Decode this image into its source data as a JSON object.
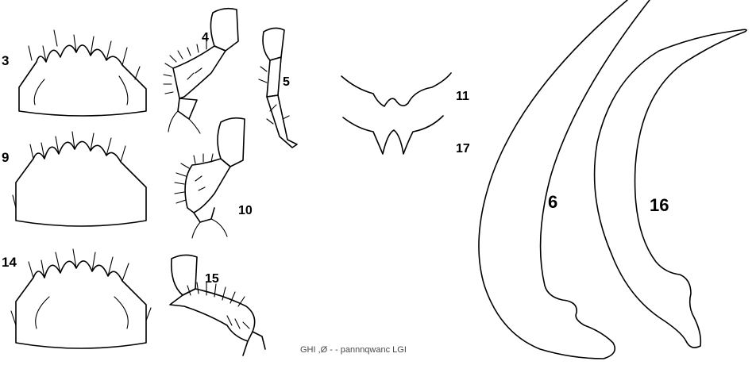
{
  "plate": {
    "description_colors": {
      "ink": "#000000",
      "paper": "#ffffff",
      "showthrough": "#4a4a4a"
    }
  },
  "figures": [
    {
      "id": "3",
      "label": "3",
      "subject": "mentum"
    },
    {
      "id": "4",
      "label": "4",
      "subject": "appendage"
    },
    {
      "id": "5",
      "label": "5",
      "subject": "appendage"
    },
    {
      "id": "9",
      "label": "9",
      "subject": "mentum"
    },
    {
      "id": "10",
      "label": "10",
      "subject": "appendage"
    },
    {
      "id": "14",
      "label": "14",
      "subject": "mentum"
    },
    {
      "id": "15",
      "label": "15",
      "subject": "appendage"
    },
    {
      "id": "11",
      "label": "11",
      "subject": "outline"
    },
    {
      "id": "17",
      "label": "17",
      "subject": "outline"
    },
    {
      "id": "6",
      "label": "6",
      "subject": "claw"
    },
    {
      "id": "16",
      "label": "16",
      "subject": "claw"
    }
  ],
  "showthrough_text": "GHI ,Ø - - pannnqwanc LGI"
}
